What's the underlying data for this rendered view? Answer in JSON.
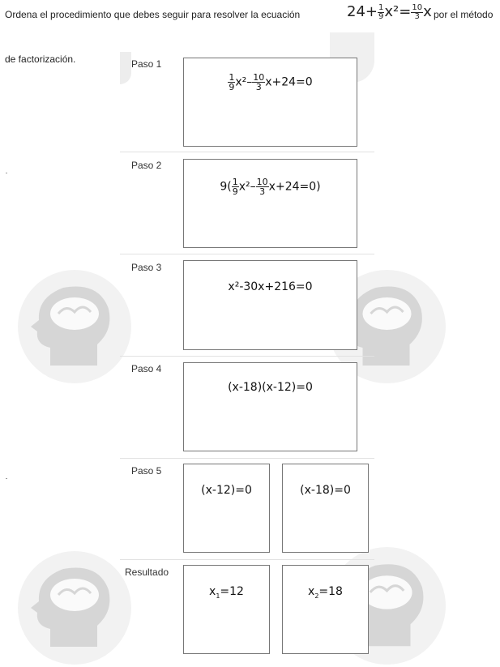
{
  "instruction": {
    "line1": "Ordena el procedimiento que debes seguir para resolver la ecuación",
    "after_equation": "por el método",
    "line2": "de factorización."
  },
  "equation": {
    "lead": "24+",
    "frac1_num": "1",
    "frac1_den": "9",
    "mid": "x²=",
    "frac2_num": "10",
    "frac2_den": "3",
    "tail": "x"
  },
  "steps": {
    "paso1": {
      "label": "Paso 1",
      "f1n": "1",
      "f1d": "9",
      "x2": "x²",
      "minus": "–",
      "f2n": "10",
      "f2d": "3",
      "rest": "x+24=0"
    },
    "paso2": {
      "label": "Paso 2",
      "lead": "9(",
      "f1n": "1",
      "f1d": "9",
      "x2": "x²",
      "minus": "–",
      "f2n": "10",
      "f2d": "3",
      "rest": "x+24=0)"
    },
    "paso3": {
      "label": "Paso 3",
      "expr": "x²-30x+216=0"
    },
    "paso4": {
      "label": "Paso 4",
      "expr": "(x-18)(x-12)=0"
    },
    "paso5": {
      "label": "Paso 5",
      "left": "(x-12)=0",
      "right": "(x-18)=0"
    },
    "resultado": {
      "label": "Resultado",
      "left_var": "x",
      "left_sub": "1",
      "left_val": "=12",
      "right_var": "x",
      "right_sub": "2",
      "right_val": "=18"
    }
  },
  "colors": {
    "box_border": "#777777",
    "separator": "#e2e2e2",
    "watermark": "#f2f2f2"
  },
  "decor": {
    "watermark_icon": "brain-head-icon"
  }
}
